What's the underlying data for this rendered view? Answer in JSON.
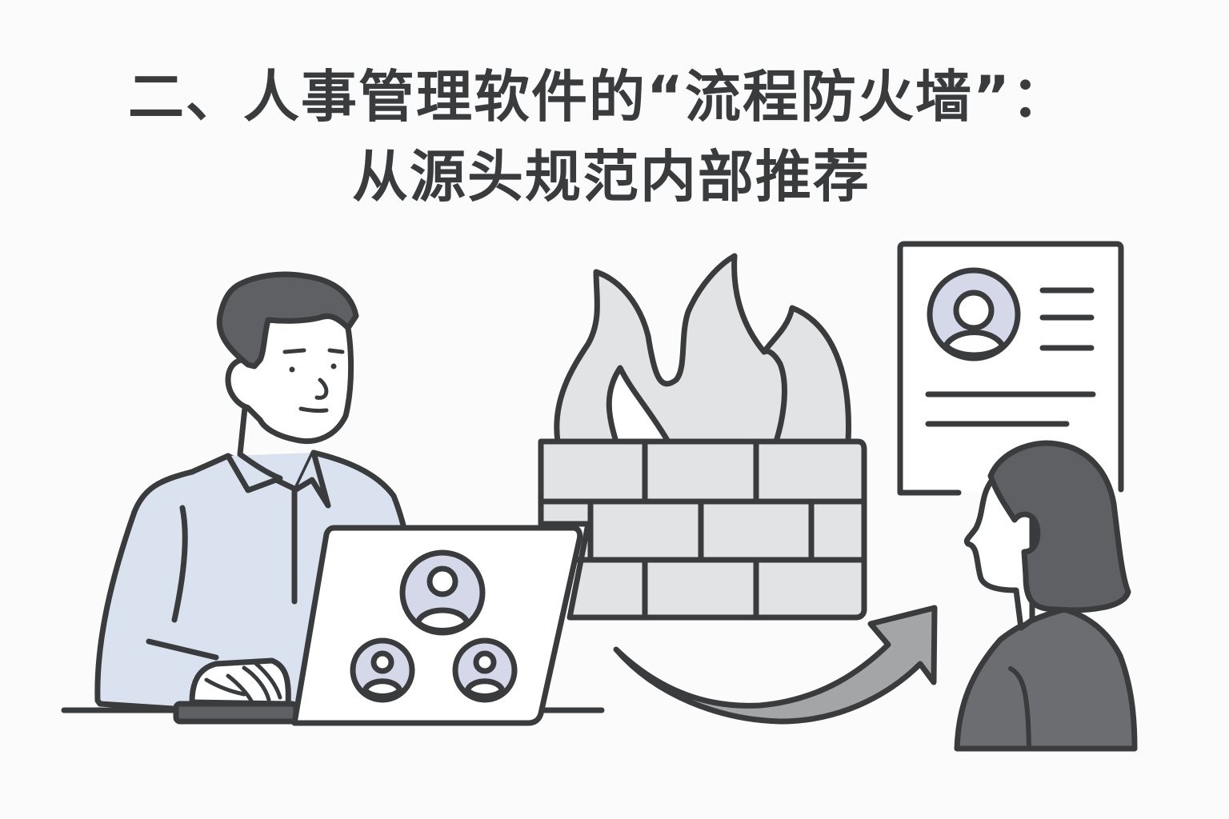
{
  "title": {
    "line1": "二、人事管理软件的“流程防火墙”：",
    "line2": "从源头规范内部推荐"
  },
  "illustration": {
    "figures": [
      {
        "name": "hr-employee-at-laptop",
        "shirt_color": "#dbe2ef",
        "hair_color": "#5e6064"
      },
      {
        "name": "firewall",
        "fill_color": "#e2e3e5"
      },
      {
        "name": "candidate-profile-document",
        "avatar_fill": "#d5d8e8"
      },
      {
        "name": "recommended-candidate",
        "fill_color": "#6b6d70"
      }
    ],
    "laptop_screen_avatars": 3,
    "document_text_lines": 5,
    "firewall_brick_rows": 3
  },
  "colors": {
    "background": "#fbfbfb",
    "outline": "#3a3b3d",
    "text": "#3a3b3d",
    "avatar_fill": "#d5d8e8",
    "shirt": "#dbe2ef",
    "hair": "#5e6064",
    "brick": "#e2e3e5",
    "arrow": "#a4a5a7",
    "woman": "#6b6d70"
  }
}
